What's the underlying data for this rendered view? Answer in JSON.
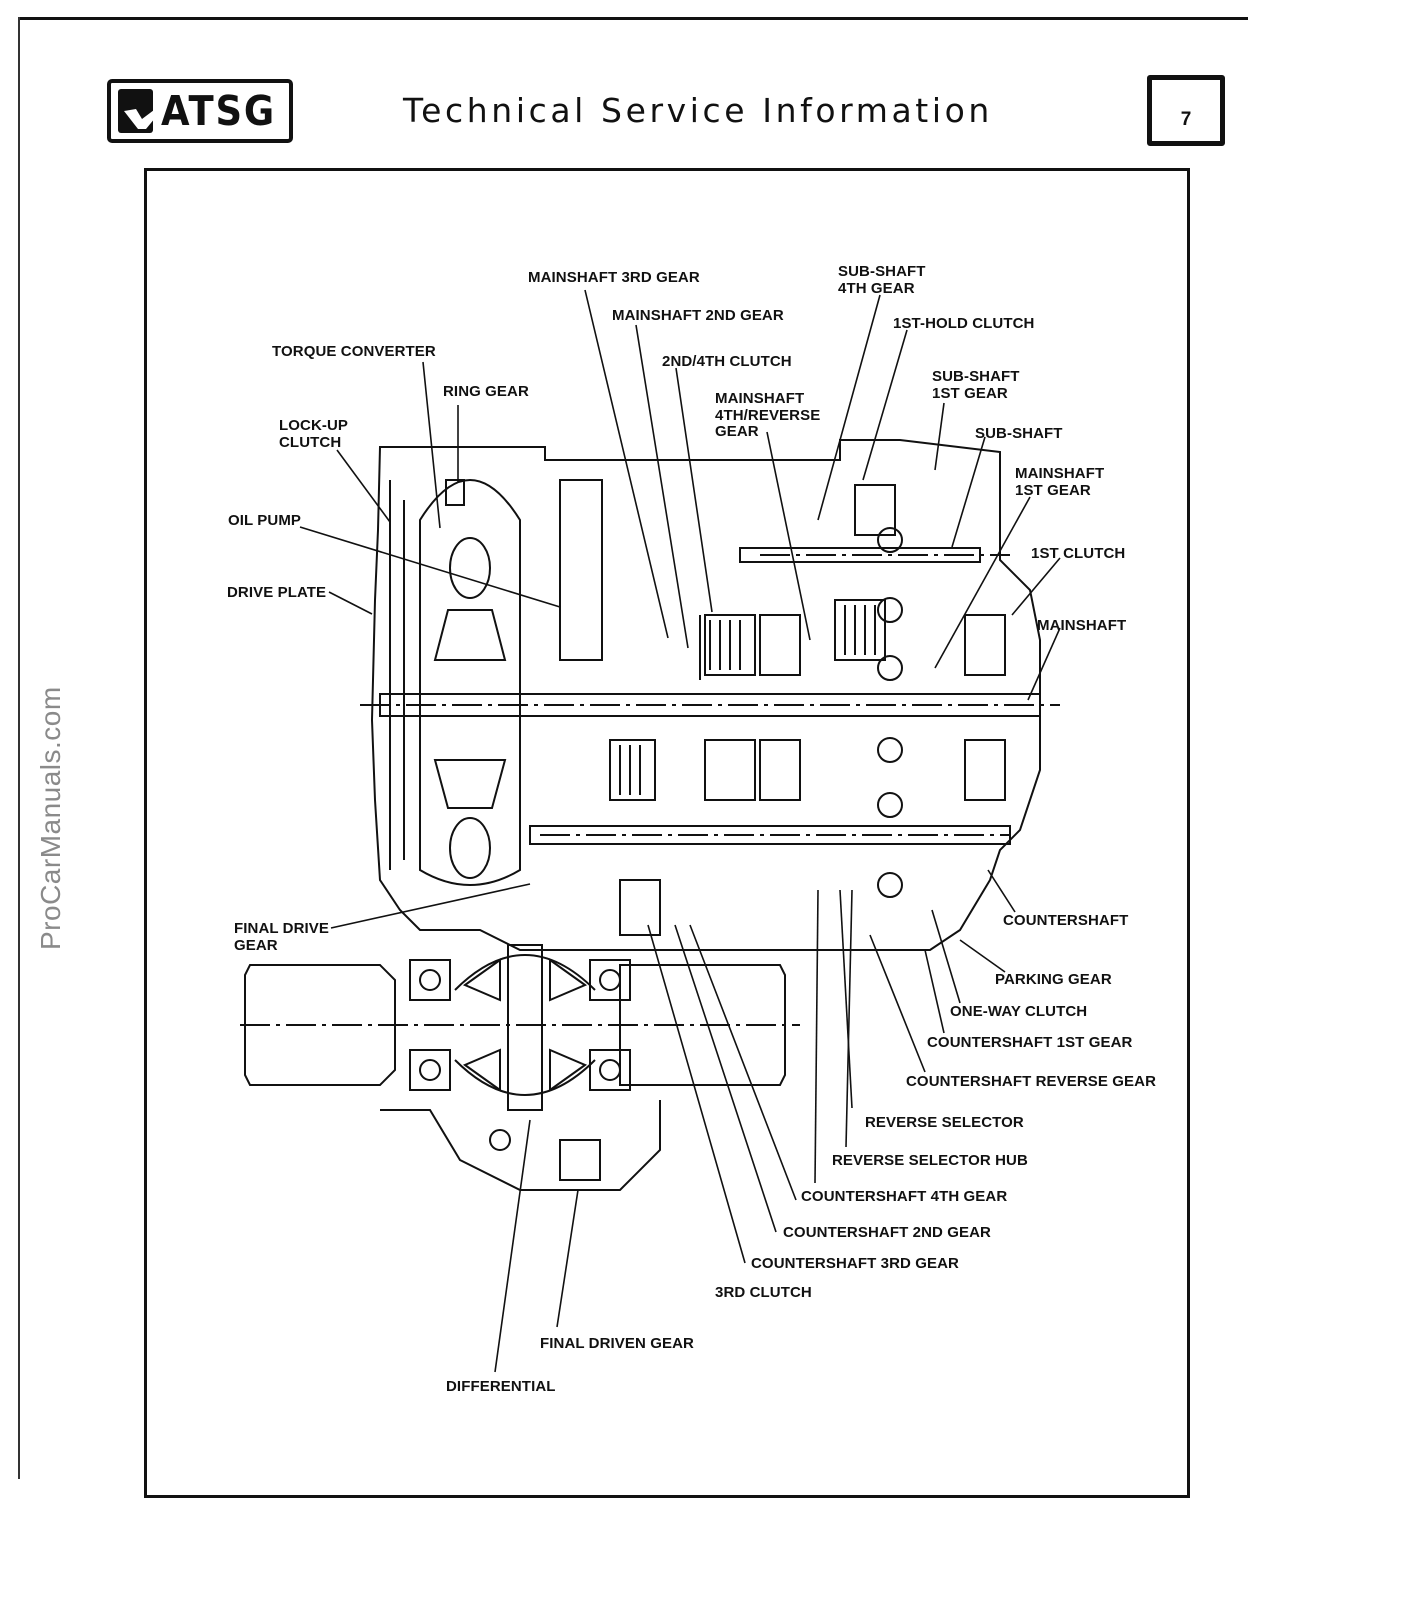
{
  "header": {
    "logo_text": "ATSG",
    "title": "Technical Service Information",
    "page_number": "7"
  },
  "watermark": "ProCarManuals.com",
  "figure": {
    "description": "Automatic transmission cross-section with component callouts",
    "labels": {
      "mainshaft_3rd_gear": "MAINSHAFT 3RD GEAR",
      "mainshaft_2nd_gear": "MAINSHAFT 2ND GEAR",
      "sub_shaft_4th_gear_l1": "SUB-SHAFT",
      "sub_shaft_4th_gear_l2": "4TH GEAR",
      "first_hold_clutch": "1ST-HOLD CLUTCH",
      "torque_converter": "TORQUE CONVERTER",
      "second_fourth_clutch": "2ND/4TH CLUTCH",
      "sub_shaft_1st_gear_l1": "SUB-SHAFT",
      "sub_shaft_1st_gear_l2": "1ST GEAR",
      "ring_gear": "RING GEAR",
      "mainshaft_4th_rev_l1": "MAINSHAFT",
      "mainshaft_4th_rev_l2": "4TH/REVERSE",
      "mainshaft_4th_rev_l3": "GEAR",
      "lock_up_clutch_l1": "LOCK-UP",
      "lock_up_clutch_l2": "CLUTCH",
      "sub_shaft": "SUB-SHAFT",
      "mainshaft_1st_gear_l1": "MAINSHAFT",
      "mainshaft_1st_gear_l2": "1ST GEAR",
      "oil_pump": "OIL PUMP",
      "first_clutch": "1ST CLUTCH",
      "drive_plate": "DRIVE PLATE",
      "mainshaft": "MAINSHAFT",
      "countershaft": "COUNTERSHAFT",
      "final_drive_gear_l1": "FINAL DRIVE",
      "final_drive_gear_l2": "GEAR",
      "parking_gear": "PARKING GEAR",
      "one_way_clutch": "ONE-WAY CLUTCH",
      "countershaft_1st_gear": "COUNTERSHAFT 1ST GEAR",
      "countershaft_reverse_gear": "COUNTERSHAFT REVERSE GEAR",
      "reverse_selector": "REVERSE SELECTOR",
      "reverse_selector_hub": "REVERSE SELECTOR HUB",
      "countershaft_4th_gear": "COUNTERSHAFT 4TH GEAR",
      "countershaft_2nd_gear": "COUNTERSHAFT 2ND GEAR",
      "countershaft_3rd_gear": "COUNTERSHAFT 3RD GEAR",
      "third_clutch": "3RD CLUTCH",
      "final_driven_gear": "FINAL DRIVEN GEAR",
      "differential": "DIFFERENTIAL"
    }
  }
}
